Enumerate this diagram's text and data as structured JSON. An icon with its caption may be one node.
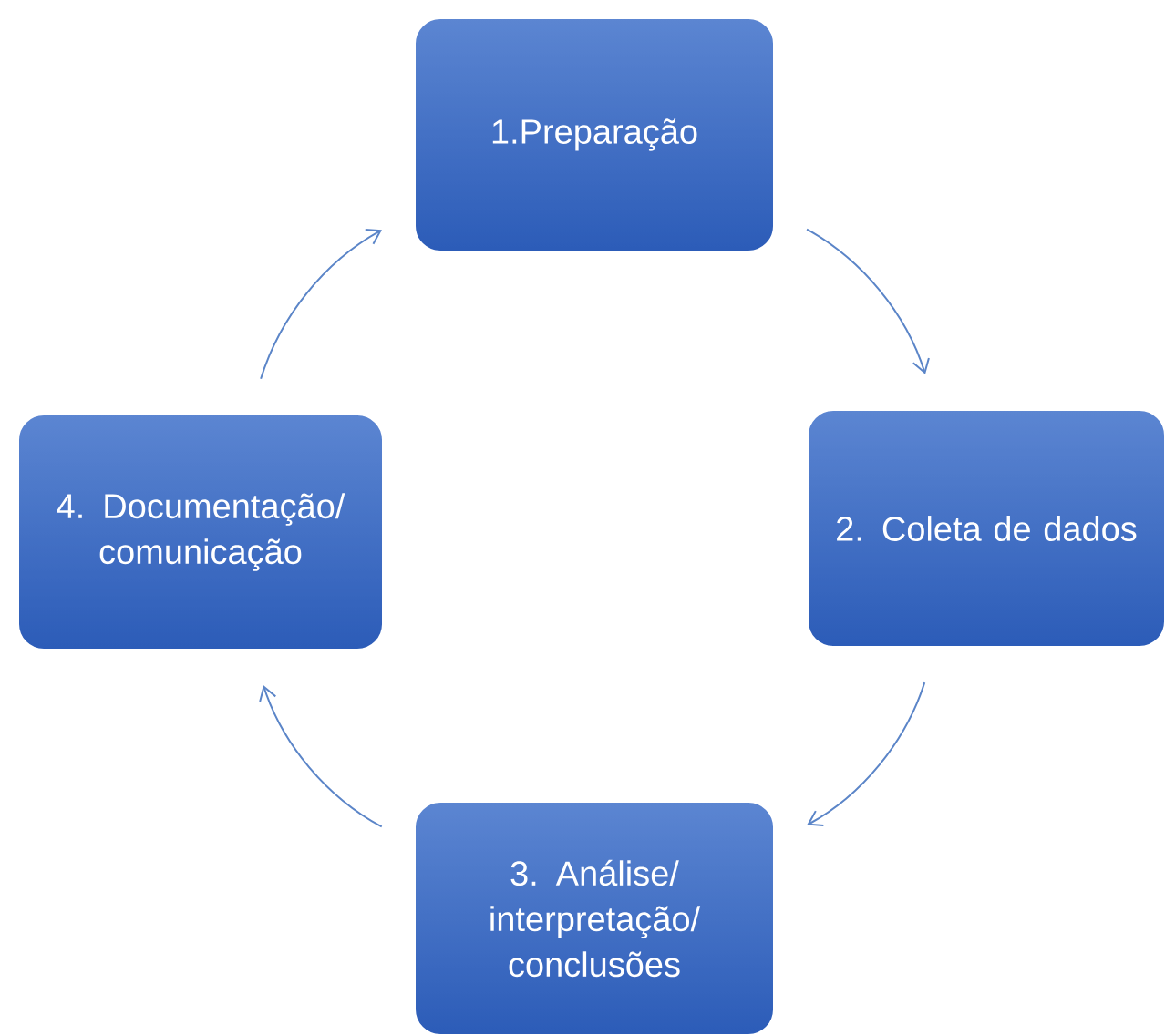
{
  "diagram": {
    "nodes": [
      {
        "text": [
          "1.Preparação"
        ]
      },
      {
        "text": [
          "2. Coleta de dados"
        ]
      },
      {
        "text": [
          "3. Análise/ interpretação/ conclusões"
        ]
      },
      {
        "text": [
          "4. Documentação/ comunicação"
        ]
      }
    ],
    "edges": [
      {
        "from": 0,
        "to": 1,
        "arrow": "to"
      },
      {
        "from": 1,
        "to": 2,
        "arrow": "to"
      },
      {
        "from": 2,
        "to": 3,
        "arrow": "to"
      },
      {
        "from": 3,
        "to": 0,
        "arrow": "to"
      }
    ]
  }
}
